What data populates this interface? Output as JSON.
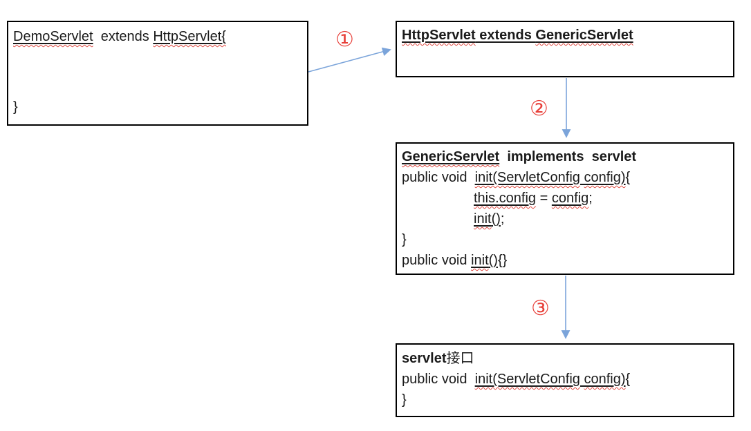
{
  "colors": {
    "arrow": "#7ba4da",
    "step_number": "#e8403a",
    "box_border": "#000000",
    "text": "#1a1a1a",
    "wavy_underline": "#e04a42"
  },
  "steps": [
    {
      "label": "①"
    },
    {
      "label": "②"
    },
    {
      "label": "③"
    }
  ],
  "boxes": [
    {
      "lines": [
        {
          "segments": [
            {
              "t": "DemoServlet",
              "u": true,
              "w": true
            },
            {
              "t": "  extends "
            },
            {
              "t": "HttpServlet{",
              "u": true,
              "w": true
            }
          ]
        },
        {
          "segments": []
        },
        {
          "segments": []
        },
        {
          "segments": [
            {
              "t": "}"
            }
          ]
        }
      ]
    },
    {
      "lines": [
        {
          "bold": true,
          "segments": [
            {
              "t": "HttpServlet",
              "u": true,
              "w": true
            },
            {
              "t": " extends ",
              "u": true
            },
            {
              "t": "GenericServlet",
              "u": true,
              "w": true
            }
          ]
        }
      ]
    },
    {
      "lines": [
        {
          "bold": true,
          "segments": [
            {
              "t": "GenericServlet",
              "u": true,
              "w": true
            },
            {
              "t": "  implements  servlet"
            }
          ]
        },
        {
          "segments": [
            {
              "t": "public void  "
            },
            {
              "t": "init(ServletConfig",
              "u": true,
              "w": true
            },
            {
              "t": " ",
              "u": true
            },
            {
              "t": "config)",
              "u": true,
              "w": true
            },
            {
              "t": "{"
            }
          ]
        },
        {
          "indent": true,
          "segments": [
            {
              "t": "this.config",
              "u": true,
              "w": true
            },
            {
              "t": " = "
            },
            {
              "t": "config",
              "u": true,
              "w": true
            },
            {
              "t": ";"
            }
          ]
        },
        {
          "indent": true,
          "segments": [
            {
              "t": "init",
              "u": true,
              "w": true
            },
            {
              "t": "()",
              "u": true
            },
            {
              "t": ";"
            }
          ]
        },
        {
          "segments": [
            {
              "t": "}"
            }
          ]
        },
        {
          "segments": [
            {
              "t": "public void "
            },
            {
              "t": "init",
              "u": true,
              "w": true
            },
            {
              "t": "()",
              "u": true
            },
            {
              "t": "{}"
            }
          ]
        }
      ]
    },
    {
      "lines": [
        {
          "segments": [
            {
              "t": "servlet",
              "b": true
            },
            {
              "t": "接口",
              "cjk": true
            }
          ]
        },
        {
          "segments": [
            {
              "t": "public void  "
            },
            {
              "t": "init(ServletConfig",
              "u": true,
              "w": true
            },
            {
              "t": " ",
              "u": true
            },
            {
              "t": "config)",
              "u": true,
              "w": true
            },
            {
              "t": "{"
            }
          ]
        },
        {
          "segments": [
            {
              "t": "}"
            }
          ]
        }
      ]
    }
  ]
}
